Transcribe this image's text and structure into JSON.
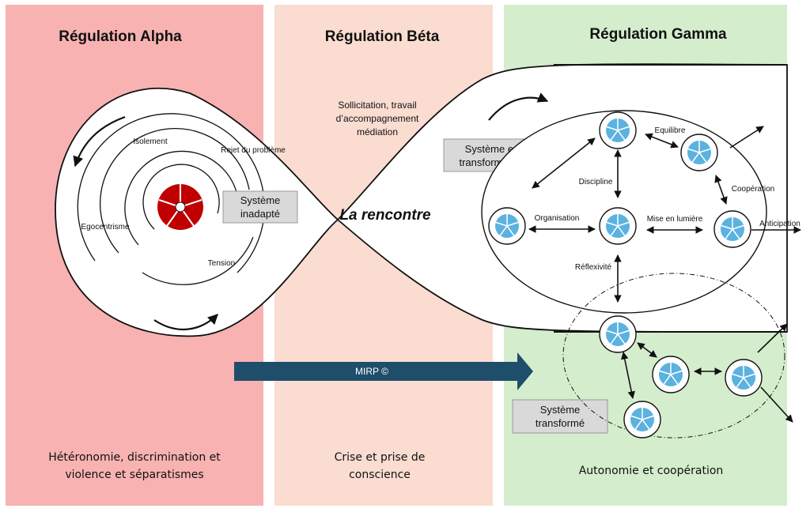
{
  "columns": {
    "alpha": {
      "title": "Régulation Alpha",
      "footer_line1": "Hétéronomie, discrimination et",
      "footer_line2": "violence et séparatismes",
      "color": "#f8b2b2"
    },
    "beta": {
      "title": "Régulation Béta",
      "intro_line1": "Sollicitation, travail",
      "intro_line2": "d’accompagnement",
      "intro_line3": "médiation",
      "footer_line1": "Crise et prise de",
      "footer_line2": "conscience",
      "color": "#fbdcd0"
    },
    "gamma": {
      "title": "Régulation Gamma",
      "footer": "Autonomie et coopération",
      "color": "#d4edcc"
    }
  },
  "center_label": "La rencontre",
  "alpha_labels": {
    "isolement": "Isolement",
    "rejet": "Rejet du problème",
    "egocentrisme": "Egocentrisme",
    "tension": "Tension"
  },
  "boxes": {
    "inadapte_line1": "Système",
    "inadapte_line2": "inadapté",
    "transformation_line1": "Système en",
    "transformation_line2": "transformation",
    "transforme_line1": "Système",
    "transforme_line2": "transformé"
  },
  "gamma_labels": {
    "equilibre": "Equilibre",
    "discipline": "Discipline",
    "cooperation": "Coopération",
    "organisation": "Organisation",
    "mise_en_lumiere": "Mise en lumière",
    "anticipation": "Anticipation",
    "reflexivite": "Réflexivité"
  },
  "arrow_label": "MIRP ©",
  "colors": {
    "arrow": "#1f4e6b",
    "node_fill": "#5bb2e0",
    "core_fill": "#c00000",
    "box_fill": "#d9d9d9"
  }
}
